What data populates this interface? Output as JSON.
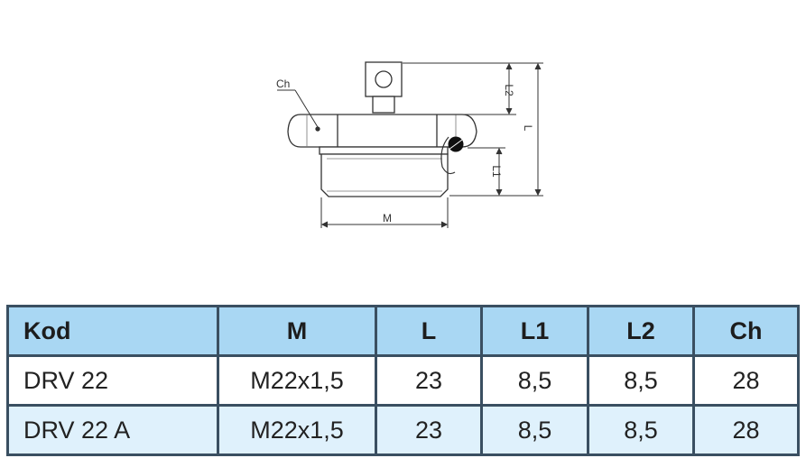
{
  "drawing": {
    "labels": {
      "ch": "Ch",
      "l2": "L2",
      "l": "L",
      "l1": "L1",
      "m": "M"
    }
  },
  "table": {
    "headers": [
      "Kod",
      "M",
      "L",
      "L1",
      "L2",
      "Ch"
    ],
    "rows": [
      [
        "DRV 22",
        "M22x1,5",
        "23",
        "8,5",
        "8,5",
        "28"
      ],
      [
        "DRV 22 A",
        "M22x1,5",
        "23",
        "8,5",
        "8,5",
        "28"
      ]
    ],
    "colors": {
      "header_bg": "#a9d7f3",
      "alt_row_bg": "#dff1fc",
      "border": "#3a4f61"
    }
  }
}
